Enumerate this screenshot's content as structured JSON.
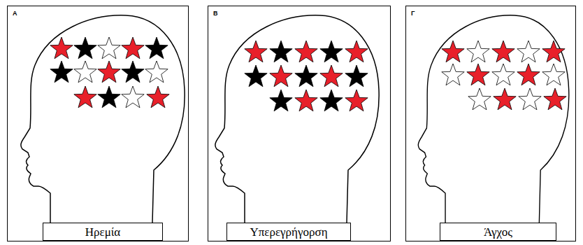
{
  "diagram": {
    "nodes": [
      {
        "text": [
          "Α"
        ]
      },
      {
        "text": [
          "Ηρεμία"
        ],
        "in": 0
      },
      {
        "text": [
          "Β"
        ]
      },
      {
        "text": [
          "Υπερεγρήγορση"
        ],
        "in": 2
      },
      {
        "text": [
          "Γ"
        ]
      },
      {
        "text": [
          "Άγχος"
        ],
        "in": 4
      }
    ]
  }
}
